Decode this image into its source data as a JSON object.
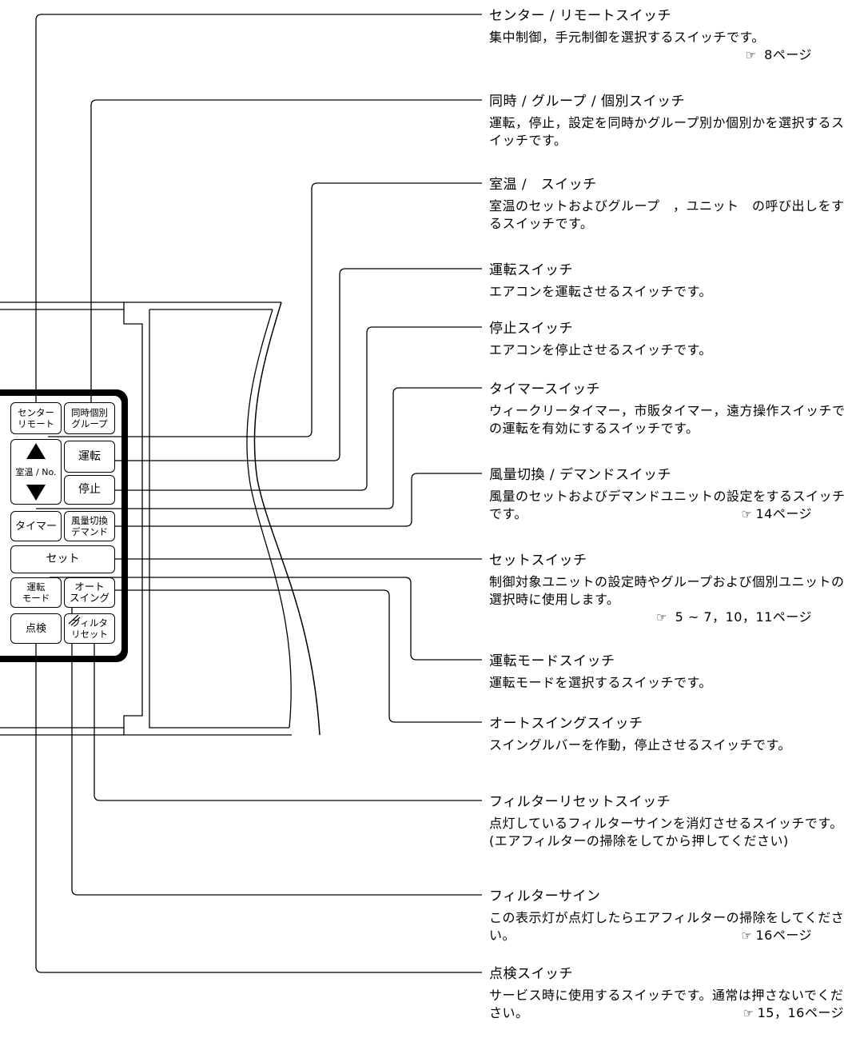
{
  "panel": {
    "center_remote": [
      "センター",
      "リモート"
    ],
    "simultaneous_group": [
      "同時個別",
      "グループ"
    ],
    "room_temp_no": "室温 / No.",
    "run": "運転",
    "stop": "停止",
    "timer": "タイマー",
    "fan_demand": [
      "風量切換",
      "デマンド"
    ],
    "set": "セット",
    "run_mode": [
      "運転",
      "モード"
    ],
    "auto_swing": [
      "オート",
      "スイング"
    ],
    "inspect": "点検",
    "filter_reset": [
      "フィルタ",
      "リセット"
    ]
  },
  "descriptions": [
    {
      "title": "センター / リモートスイッチ",
      "body": "集中制御，手元制御を選択するスイッチです。",
      "page": " 8ページ"
    },
    {
      "title": "同時 / グループ / 個別スイッチ",
      "body": "運転，停止，設定を同時かグループ別か個別かを選択するスイッチです。"
    },
    {
      "title": "室温 /　スイッチ",
      "body": "室温のセットおよびグループ　，ユニット　の呼び出しをするスイッチです。"
    },
    {
      "title": "運転スイッチ",
      "body": "エアコンを運転させるスイッチです。"
    },
    {
      "title": "停止スイッチ",
      "body": "エアコンを停止させるスイッチです。"
    },
    {
      "title": "タイマースイッチ",
      "body": "ウィークリータイマー，市販タイマー，遠方操作スイッチでの運転を有効にするスイッチです。"
    },
    {
      "title": "風量切換 / デマンドスイッチ",
      "body": "風量のセットおよびデマンドユニットの設定をするスイッチです。",
      "page": "14ページ"
    },
    {
      "title": "セットスイッチ",
      "body": "制御対象ユニットの設定時やグループおよび個別ユニットの選択時に使用します。",
      "page": " 5 ~ 7，10，11ページ"
    },
    {
      "title": "運転モードスイッチ",
      "body": "運転モードを選択するスイッチです。"
    },
    {
      "title": "オートスイングスイッチ",
      "body": "スイングルバーを作動，停止させるスイッチです。"
    },
    {
      "title": "フィルターリセットスイッチ",
      "body": "点灯しているフィルターサインを消灯させるスイッチです。(エアフィルターの掃除をしてから押してください)"
    },
    {
      "title": "フィルターサイン",
      "body": "この表示灯が点灯したらエアフィルターの掃除をしてください。",
      "page": "16ページ"
    },
    {
      "title": "点検スイッチ",
      "body": "サービス時に使用するスイッチです。通常は押さないでください。",
      "page": "15，16ページ"
    }
  ],
  "page_ref_icon": "pointing-hand-icon"
}
